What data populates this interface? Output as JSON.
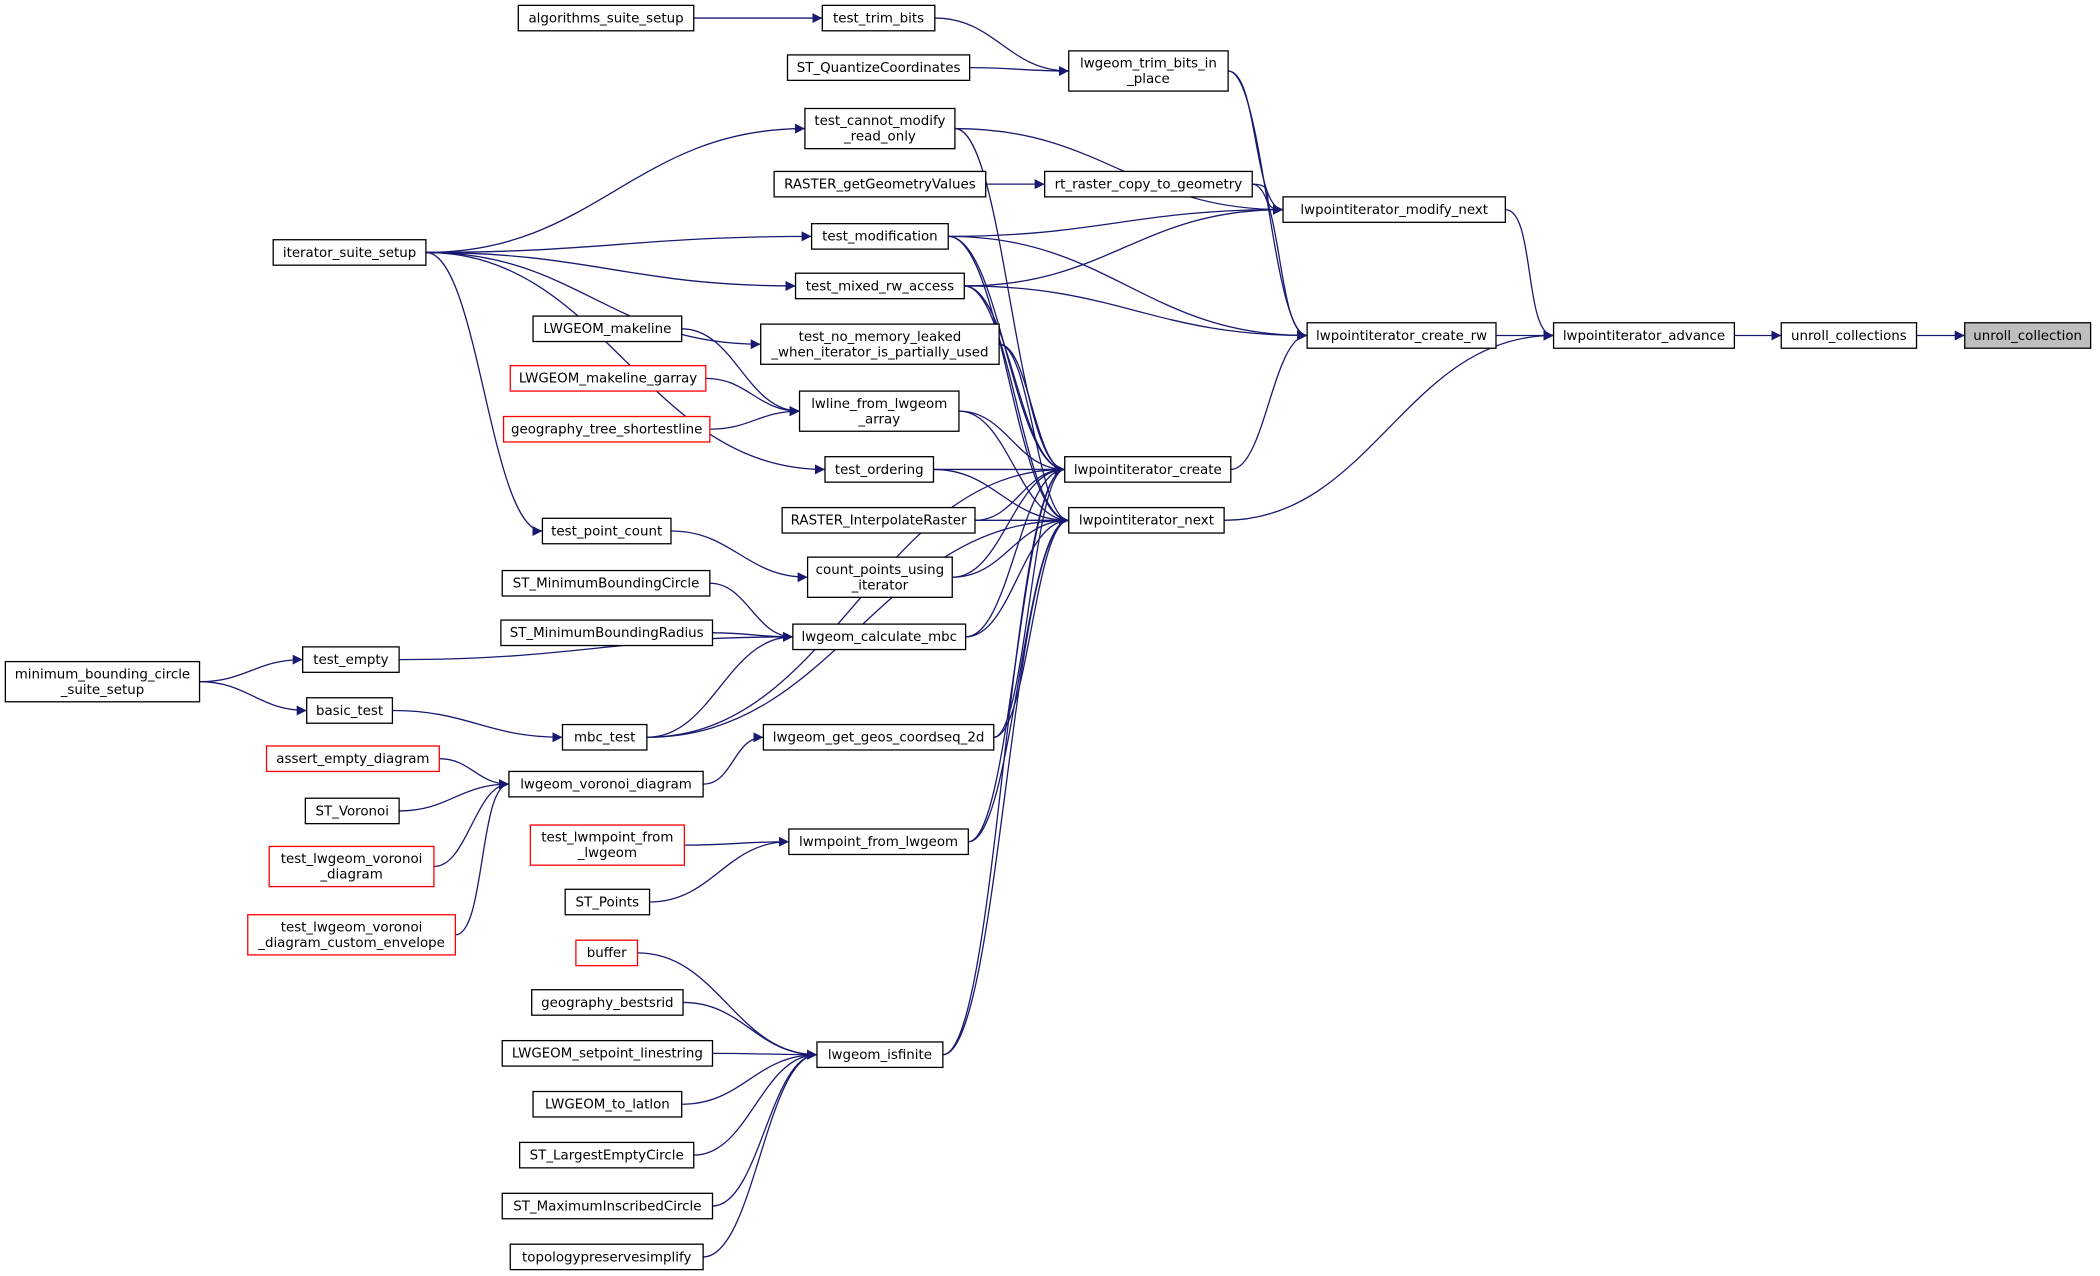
{
  "colors": {
    "edge": "#191970",
    "node_border": "#000000",
    "external_border": "#ff0000",
    "highlight_fill": "#bfbfbf",
    "node_fill": "#ffffff"
  },
  "nodes": [
    {
      "id": "unroll_collection",
      "lines": [
        "unroll_collection"
      ],
      "highlight": true
    },
    {
      "id": "unroll_collections",
      "lines": [
        "unroll_collections"
      ]
    },
    {
      "id": "lwpointiterator_advance",
      "lines": [
        "lwpointiterator_advance"
      ]
    },
    {
      "id": "lwpointiterator_modify_next",
      "lines": [
        "lwpointiterator_modify_next"
      ]
    },
    {
      "id": "lwpointiterator_create_rw",
      "lines": [
        "lwpointiterator_create_rw"
      ]
    },
    {
      "id": "lwpointiterator_next",
      "lines": [
        "lwpointiterator_next"
      ]
    },
    {
      "id": "lwgeom_trim_bits_in_place",
      "lines": [
        "lwgeom_trim_bits_in",
        "_place"
      ]
    },
    {
      "id": "rt_raster_copy_to_geometry",
      "lines": [
        "rt_raster_copy_to_geometry"
      ]
    },
    {
      "id": "lwpointiterator_create",
      "lines": [
        "lwpointiterator_create"
      ]
    },
    {
      "id": "test_trim_bits",
      "lines": [
        "test_trim_bits"
      ]
    },
    {
      "id": "ST_QuantizeCoordinates",
      "lines": [
        "ST_QuantizeCoordinates"
      ]
    },
    {
      "id": "algorithms_suite_setup",
      "lines": [
        "algorithms_suite_setup"
      ]
    },
    {
      "id": "test_cannot_modify_read_only",
      "lines": [
        "test_cannot_modify",
        "_read_only"
      ]
    },
    {
      "id": "RASTER_getGeometryValues",
      "lines": [
        "RASTER_getGeometryValues"
      ]
    },
    {
      "id": "test_modification",
      "lines": [
        "test_modification"
      ]
    },
    {
      "id": "test_mixed_rw_access",
      "lines": [
        "test_mixed_rw_access"
      ]
    },
    {
      "id": "test_no_memory_leaked",
      "lines": [
        "test_no_memory_leaked",
        "_when_iterator_is_partially_used"
      ]
    },
    {
      "id": "lwline_from_lwgeom_array",
      "lines": [
        "lwline_from_lwgeom",
        "_array"
      ]
    },
    {
      "id": "test_ordering",
      "lines": [
        "test_ordering"
      ]
    },
    {
      "id": "RASTER_InterpolateRaster",
      "lines": [
        "RASTER_InterpolateRaster"
      ]
    },
    {
      "id": "count_points_using_iterator",
      "lines": [
        "count_points_using",
        "_iterator"
      ]
    },
    {
      "id": "lwgeom_calculate_mbc",
      "lines": [
        "lwgeom_calculate_mbc"
      ]
    },
    {
      "id": "mbc_test",
      "lines": [
        "mbc_test"
      ]
    },
    {
      "id": "lwgeom_get_geos_coordseq_2d",
      "lines": [
        "lwgeom_get_geos_coordseq_2d"
      ]
    },
    {
      "id": "lwgeom_voronoi_diagram",
      "lines": [
        "lwgeom_voronoi_diagram"
      ]
    },
    {
      "id": "lwmpoint_from_lwgeom",
      "lines": [
        "lwmpoint_from_lwgeom"
      ]
    },
    {
      "id": "lwgeom_isfinite",
      "lines": [
        "lwgeom_isfinite"
      ]
    },
    {
      "id": "iterator_suite_setup",
      "lines": [
        "iterator_suite_setup"
      ]
    },
    {
      "id": "LWGEOM_makeline",
      "lines": [
        "LWGEOM_makeline"
      ]
    },
    {
      "id": "LWGEOM_makeline_garray",
      "lines": [
        "LWGEOM_makeline_garray"
      ],
      "external": true
    },
    {
      "id": "geography_tree_shortestline",
      "lines": [
        "geography_tree_shortestline"
      ],
      "external": true
    },
    {
      "id": "test_point_count",
      "lines": [
        "test_point_count"
      ]
    },
    {
      "id": "ST_MinimumBoundingCircle",
      "lines": [
        "ST_MinimumBoundingCircle"
      ]
    },
    {
      "id": "ST_MinimumBoundingRadius",
      "lines": [
        "ST_MinimumBoundingRadius"
      ]
    },
    {
      "id": "test_empty",
      "lines": [
        "test_empty"
      ]
    },
    {
      "id": "basic_test",
      "lines": [
        "basic_test"
      ]
    },
    {
      "id": "minimum_bounding_circle_suite_setup",
      "lines": [
        "minimum_bounding_circle",
        "_suite_setup"
      ]
    },
    {
      "id": "assert_empty_diagram",
      "lines": [
        "assert_empty_diagram"
      ],
      "external": true
    },
    {
      "id": "ST_Voronoi",
      "lines": [
        "ST_Voronoi"
      ]
    },
    {
      "id": "test_lwgeom_voronoi_diagram",
      "lines": [
        "test_lwgeom_voronoi",
        "_diagram"
      ],
      "external": true
    },
    {
      "id": "test_lwgeom_voronoi_diagram_custom_envelope",
      "lines": [
        "test_lwgeom_voronoi",
        "_diagram_custom_envelope"
      ],
      "external": true
    },
    {
      "id": "test_lwmpoint_from_lwgeom",
      "lines": [
        "test_lwmpoint_from",
        "_lwgeom"
      ],
      "external": true
    },
    {
      "id": "ST_Points",
      "lines": [
        "ST_Points"
      ]
    },
    {
      "id": "buffer",
      "lines": [
        "buffer"
      ],
      "external": true
    },
    {
      "id": "geography_bestsrid",
      "lines": [
        "geography_bestsrid"
      ]
    },
    {
      "id": "LWGEOM_setpoint_linestring",
      "lines": [
        "LWGEOM_setpoint_linestring"
      ]
    },
    {
      "id": "LWGEOM_to_latlon",
      "lines": [
        "LWGEOM_to_latlon"
      ]
    },
    {
      "id": "ST_LargestEmptyCircle",
      "lines": [
        "ST_LargestEmptyCircle"
      ]
    },
    {
      "id": "ST_MaximumInscribedCircle",
      "lines": [
        "ST_MaximumInscribedCircle"
      ]
    },
    {
      "id": "topologypreservesimplify",
      "lines": [
        "topologypreservesimplify"
      ]
    }
  ],
  "edges": [
    [
      "unroll_collections",
      "unroll_collection"
    ],
    [
      "lwpointiterator_advance",
      "unroll_collections"
    ],
    [
      "lwpointiterator_modify_next",
      "lwpointiterator_advance"
    ],
    [
      "lwpointiterator_create_rw",
      "lwpointiterator_advance"
    ],
    [
      "lwpointiterator_next",
      "lwpointiterator_advance"
    ],
    [
      "lwgeom_trim_bits_in_place",
      "lwpointiterator_modify_next"
    ],
    [
      "rt_raster_copy_to_geometry",
      "lwpointiterator_modify_next"
    ],
    [
      "test_cannot_modify_read_only",
      "lwpointiterator_modify_next"
    ],
    [
      "test_modification",
      "lwpointiterator_modify_next"
    ],
    [
      "test_mixed_rw_access",
      "lwpointiterator_modify_next"
    ],
    [
      "lwgeom_trim_bits_in_place",
      "lwpointiterator_create_rw"
    ],
    [
      "rt_raster_copy_to_geometry",
      "lwpointiterator_create_rw"
    ],
    [
      "test_modification",
      "lwpointiterator_create_rw"
    ],
    [
      "test_mixed_rw_access",
      "lwpointiterator_create_rw"
    ],
    [
      "lwpointiterator_create",
      "lwpointiterator_create_rw"
    ],
    [
      "test_trim_bits",
      "lwgeom_trim_bits_in_place"
    ],
    [
      "ST_QuantizeCoordinates",
      "lwgeom_trim_bits_in_place"
    ],
    [
      "algorithms_suite_setup",
      "test_trim_bits"
    ],
    [
      "RASTER_getGeometryValues",
      "rt_raster_copy_to_geometry"
    ],
    [
      "iterator_suite_setup",
      "test_cannot_modify_read_only"
    ],
    [
      "iterator_suite_setup",
      "test_modification"
    ],
    [
      "iterator_suite_setup",
      "test_mixed_rw_access"
    ],
    [
      "iterator_suite_setup",
      "test_no_memory_leaked"
    ],
    [
      "iterator_suite_setup",
      "test_ordering"
    ],
    [
      "iterator_suite_setup",
      "test_point_count"
    ],
    [
      "test_cannot_modify_read_only",
      "lwpointiterator_create"
    ],
    [
      "test_modification",
      "lwpointiterator_create"
    ],
    [
      "test_mixed_rw_access",
      "lwpointiterator_create"
    ],
    [
      "test_no_memory_leaked",
      "lwpointiterator_create"
    ],
    [
      "lwline_from_lwgeom_array",
      "lwpointiterator_create"
    ],
    [
      "test_ordering",
      "lwpointiterator_create"
    ],
    [
      "RASTER_InterpolateRaster",
      "lwpointiterator_create"
    ],
    [
      "count_points_using_iterator",
      "lwpointiterator_create"
    ],
    [
      "lwgeom_calculate_mbc",
      "lwpointiterator_create"
    ],
    [
      "mbc_test",
      "lwpointiterator_create"
    ],
    [
      "lwgeom_get_geos_coordseq_2d",
      "lwpointiterator_create"
    ],
    [
      "lwmpoint_from_lwgeom",
      "lwpointiterator_create"
    ],
    [
      "lwgeom_isfinite",
      "lwpointiterator_create"
    ],
    [
      "test_modification",
      "lwpointiterator_next"
    ],
    [
      "test_mixed_rw_access",
      "lwpointiterator_next"
    ],
    [
      "test_no_memory_leaked",
      "lwpointiterator_next"
    ],
    [
      "lwline_from_lwgeom_array",
      "lwpointiterator_next"
    ],
    [
      "test_ordering",
      "lwpointiterator_next"
    ],
    [
      "RASTER_InterpolateRaster",
      "lwpointiterator_next"
    ],
    [
      "count_points_using_iterator",
      "lwpointiterator_next"
    ],
    [
      "lwgeom_calculate_mbc",
      "lwpointiterator_next"
    ],
    [
      "mbc_test",
      "lwpointiterator_next"
    ],
    [
      "lwgeom_get_geos_coordseq_2d",
      "lwpointiterator_next"
    ],
    [
      "lwmpoint_from_lwgeom",
      "lwpointiterator_next"
    ],
    [
      "lwgeom_isfinite",
      "lwpointiterator_next"
    ],
    [
      "LWGEOM_makeline",
      "lwline_from_lwgeom_array"
    ],
    [
      "LWGEOM_makeline_garray",
      "lwline_from_lwgeom_array"
    ],
    [
      "geography_tree_shortestline",
      "lwline_from_lwgeom_array"
    ],
    [
      "test_point_count",
      "count_points_using_iterator"
    ],
    [
      "ST_MinimumBoundingCircle",
      "lwgeom_calculate_mbc"
    ],
    [
      "ST_MinimumBoundingRadius",
      "lwgeom_calculate_mbc"
    ],
    [
      "test_empty",
      "lwgeom_calculate_mbc"
    ],
    [
      "mbc_test",
      "lwgeom_calculate_mbc"
    ],
    [
      "minimum_bounding_circle_suite_setup",
      "test_empty"
    ],
    [
      "minimum_bounding_circle_suite_setup",
      "basic_test"
    ],
    [
      "basic_test",
      "mbc_test"
    ],
    [
      "lwgeom_voronoi_diagram",
      "lwgeom_get_geos_coordseq_2d"
    ],
    [
      "assert_empty_diagram",
      "lwgeom_voronoi_diagram"
    ],
    [
      "ST_Voronoi",
      "lwgeom_voronoi_diagram"
    ],
    [
      "test_lwgeom_voronoi_diagram",
      "lwgeom_voronoi_diagram"
    ],
    [
      "test_lwgeom_voronoi_diagram_custom_envelope",
      "lwgeom_voronoi_diagram"
    ],
    [
      "test_lwmpoint_from_lwgeom",
      "lwmpoint_from_lwgeom"
    ],
    [
      "ST_Points",
      "lwmpoint_from_lwgeom"
    ],
    [
      "buffer",
      "lwgeom_isfinite"
    ],
    [
      "geography_bestsrid",
      "lwgeom_isfinite"
    ],
    [
      "LWGEOM_setpoint_linestring",
      "lwgeom_isfinite"
    ],
    [
      "LWGEOM_to_latlon",
      "lwgeom_isfinite"
    ],
    [
      "ST_LargestEmptyCircle",
      "lwgeom_isfinite"
    ],
    [
      "ST_MaximumInscribedCircle",
      "lwgeom_isfinite"
    ],
    [
      "topologypreservesimplify",
      "lwgeom_isfinite"
    ]
  ]
}
